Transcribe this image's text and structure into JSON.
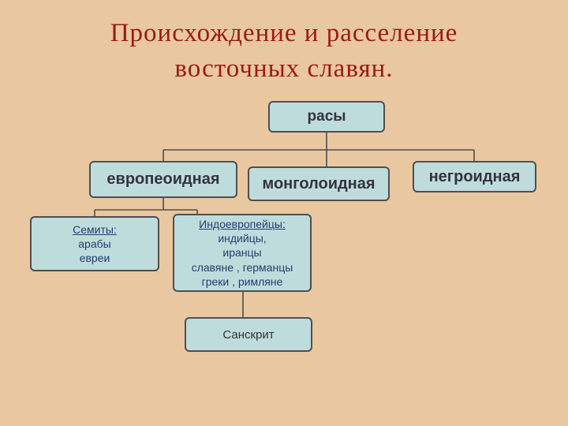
{
  "colors": {
    "background": "#E9C7A0",
    "box_fill": "#BFDCDD",
    "box_border": "#4F4F4F",
    "title_text": "#9C1A15",
    "node_text": "#33333F",
    "detail_text": "#253B6E"
  },
  "title": {
    "line1": "Происхождение и расселение",
    "line2": "восточных славян."
  },
  "nodes": {
    "root": "расы",
    "level1": [
      {
        "label": "европеоидная"
      },
      {
        "label": "монголоидная"
      },
      {
        "label": "негроидная"
      }
    ],
    "semity": {
      "heading": "Семиты:",
      "lines": [
        "арабы",
        "евреи"
      ]
    },
    "indo": {
      "heading": "Индоевропейцы:",
      "lines": [
        "индийцы,",
        "иранцы",
        "славяне , германцы",
        "греки , римляне"
      ]
    },
    "sanskrit": "Санскрит"
  }
}
